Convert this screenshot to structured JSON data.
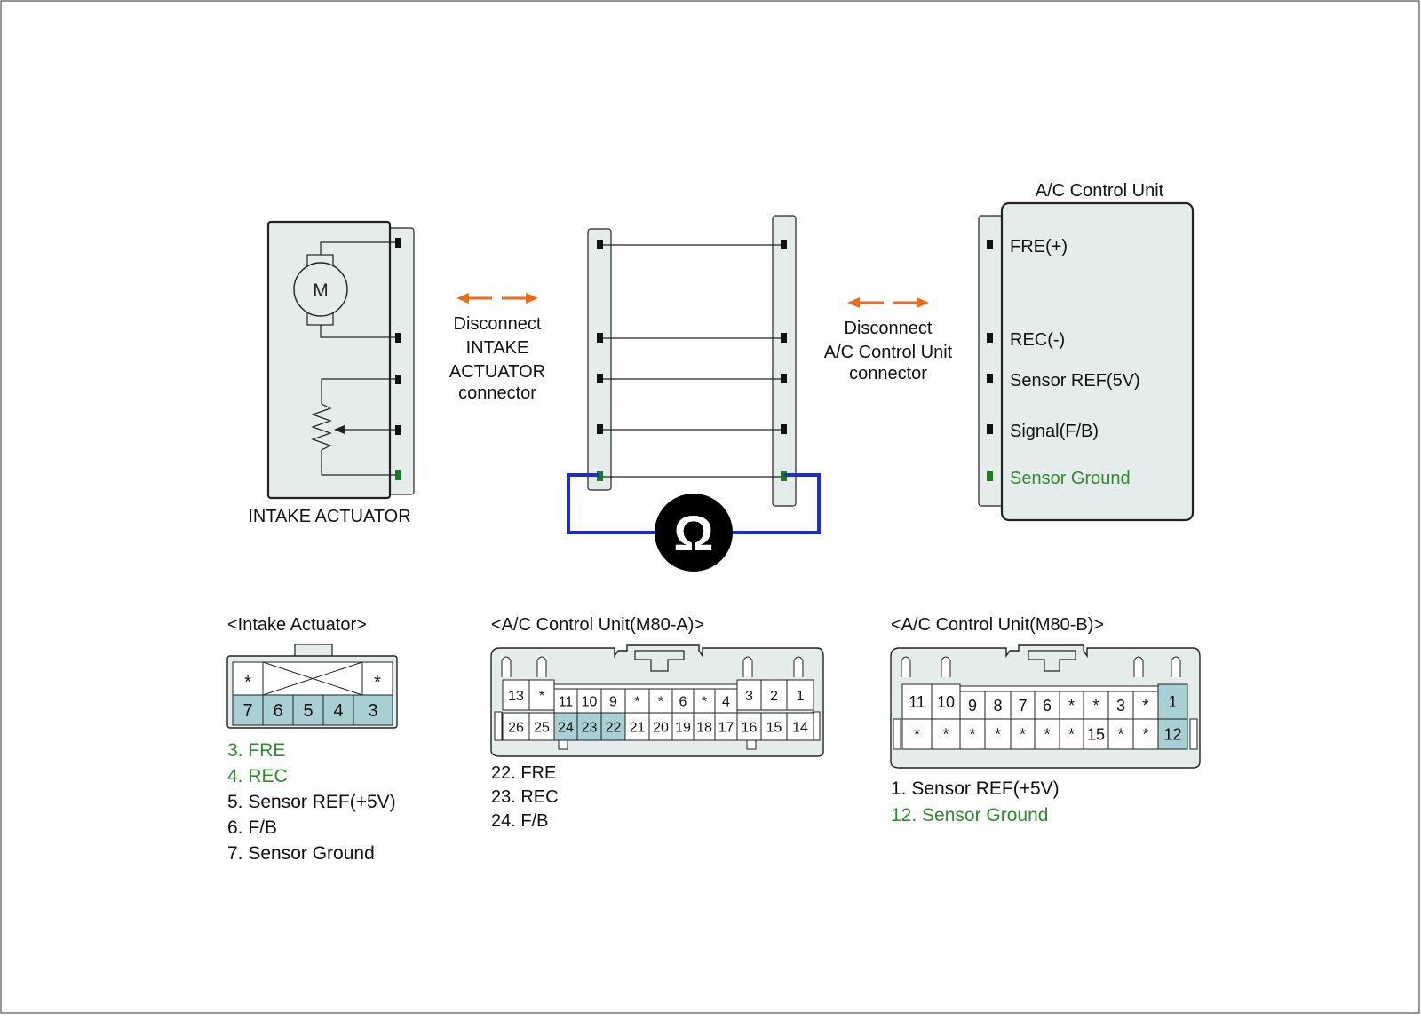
{
  "colors": {
    "panel": "#e5ecec",
    "stroke": "#222222",
    "pin": "#111111",
    "pin_ground": "#1e7a1e",
    "highlight_text": "#2e8b2e",
    "cavity_highlight": "#a7cfd4",
    "arrow": "#ee6a1c",
    "meter_lead": "#1a2ed6"
  },
  "actuator": {
    "motor_label": "M",
    "title": "INTAKE ACTUATOR"
  },
  "disconnect": {
    "left": [
      "Disconnect",
      "INTAKE",
      "ACTUATOR",
      "connector"
    ],
    "right": [
      "Disconnect",
      "A/C Control Unit",
      "connector"
    ]
  },
  "meter": {
    "symbol": "Ω"
  },
  "control_unit": {
    "title": "A/C Control Unit",
    "pins": [
      "FRE(+)",
      "REC(-)",
      "Sensor REF(5V)",
      "Signal(F/B)",
      "Sensor Ground"
    ]
  },
  "connectors": {
    "intake": {
      "title": "<Intake Actuator>",
      "top_marks": [
        "*",
        "*"
      ],
      "bottom": [
        "7",
        "6",
        "5",
        "4",
        "3"
      ],
      "legend": [
        {
          "text": "3. FRE",
          "highlight": true
        },
        {
          "text": "4. REC",
          "highlight": true
        },
        {
          "text": "5. Sensor REF(+5V)",
          "highlight": false
        },
        {
          "text": "6. F/B",
          "highlight": false
        },
        {
          "text": "7. Sensor Ground",
          "highlight": false
        }
      ]
    },
    "m80a": {
      "title": "<A/C Control Unit(M80-A)>",
      "top": [
        "13",
        "*",
        "11",
        "10",
        "9",
        "*",
        "*",
        "6",
        "*",
        "4",
        "3",
        "2",
        "1"
      ],
      "bottom": [
        "26",
        "25",
        "24",
        "23",
        "22",
        "21",
        "20",
        "19",
        "18",
        "17",
        "16",
        "15",
        "14"
      ],
      "highlighted": [
        "24",
        "23",
        "22"
      ],
      "legend": [
        {
          "text": "22. FRE",
          "highlight": false
        },
        {
          "text": "23. REC",
          "highlight": false
        },
        {
          "text": "24. F/B",
          "highlight": false
        }
      ]
    },
    "m80b": {
      "title": "<A/C Control Unit(M80-B)>",
      "top": [
        "11",
        "10",
        "9",
        "8",
        "7",
        "6",
        "*",
        "*",
        "3",
        "*",
        "1"
      ],
      "bottom": [
        "*",
        "*",
        "*",
        "*",
        "*",
        "*",
        "*",
        "15",
        "*",
        "*",
        "12"
      ],
      "highlighted": [
        "1",
        "12"
      ],
      "legend": [
        {
          "text": "1. Sensor REF(+5V)",
          "highlight": false
        },
        {
          "text": "12. Sensor Ground",
          "highlight": true
        }
      ]
    }
  }
}
